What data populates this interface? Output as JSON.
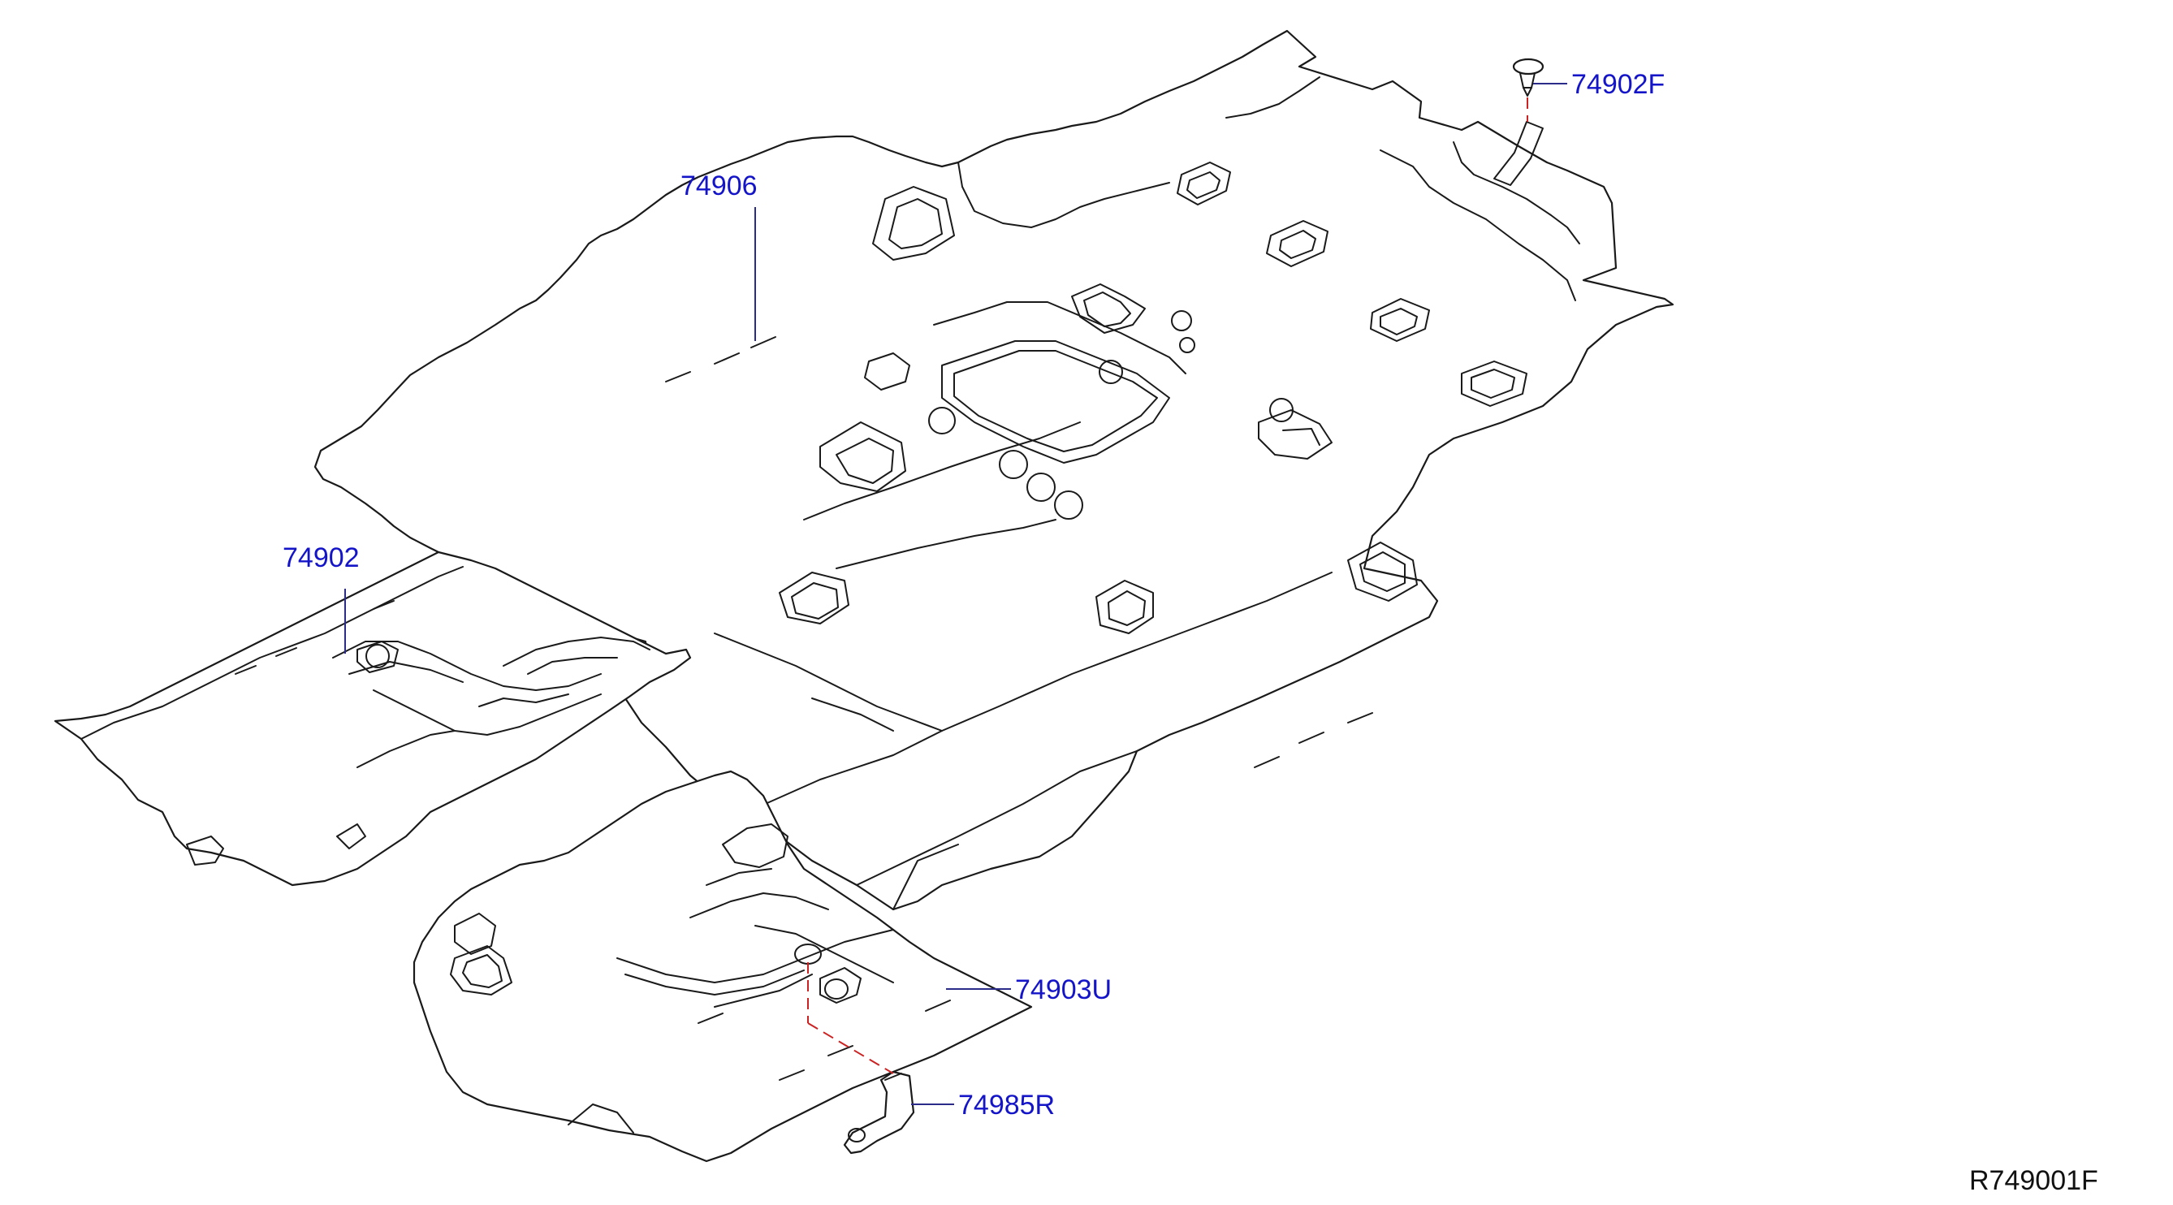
{
  "diagram": {
    "callouts": {
      "clip_rear": "74902F",
      "carpet_rear_floor": "74906",
      "carpet_second_row": "74902",
      "carpet_front": "74903U",
      "foot_rest": "74985R"
    },
    "reference_code": "R749001F",
    "colors": {
      "callout_text": "#1414c8",
      "leader_line": "#2b2b8a",
      "dashed_leader": "#cc2222",
      "drawing_line": "#1a1a1a"
    }
  }
}
